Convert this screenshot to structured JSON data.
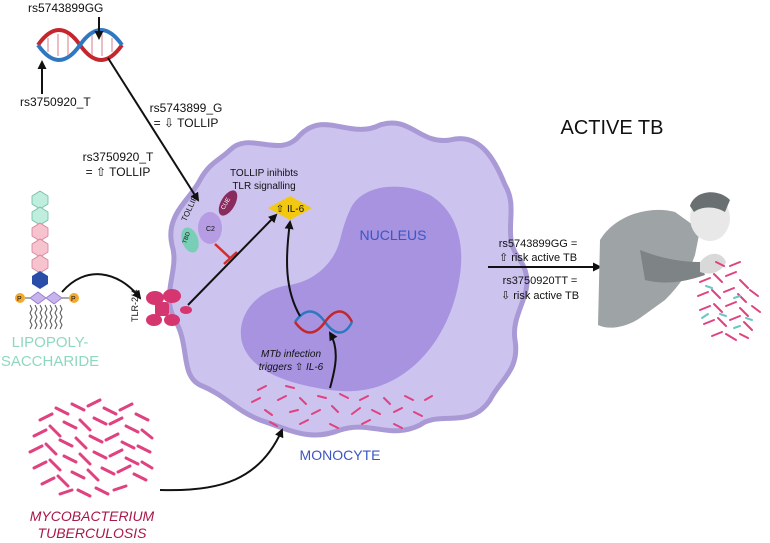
{
  "labels": {
    "snp_gg_top": "rs5743899GG",
    "snp_t_left": "rs3750920_T",
    "g_line1": "rs5743899_G",
    "g_line2": "= ⇩ TOLLIP",
    "t_line1": "rs3750920_T",
    "t_line2": "= ⇧ TOLLIP",
    "tollip_inhibits_1": "TOLLIP inihibts",
    "tollip_inhibits_2": "TLR signalling",
    "il6": "⇧ IL-6",
    "nucleus": "NUCLEUS",
    "monocyte": "MONOCYTE",
    "mtb_infection_1": "MTb infection",
    "mtb_infection_2": "triggers ⇧ IL-6",
    "tlr24": "TLR-2/4",
    "tollip": "TOLLIP",
    "c2": "C2",
    "tbd": "TBD",
    "cue": "CUE",
    "p": "P",
    "lps_1": "LIPOPOLY-",
    "lps_2": "SACCHARIDE",
    "mtb_1": "MYCOBACTERIUM",
    "mtb_2": "TUBERCULOSIS",
    "active_tb": "ACTIVE TB",
    "risk_gg_1": "rs5743899GG =",
    "risk_gg_2": "⇧ risk active TB",
    "risk_tt_1": "rs3750920TT =",
    "risk_tt_2": "⇩ risk active TB"
  },
  "colors": {
    "cell": "#cdc3ef",
    "cell_stroke": "#a99ad6",
    "nucleus": "#a793e0",
    "bacteria": "#e0417f",
    "lps_text": "#8fd8c0",
    "mtb_text": "#a8184a",
    "blue_text": "#3b56c4",
    "il6": "#f2c811",
    "inhibit": "#d52d2d",
    "dna_red": "#c4262c",
    "dna_blue": "#2f77c1"
  }
}
